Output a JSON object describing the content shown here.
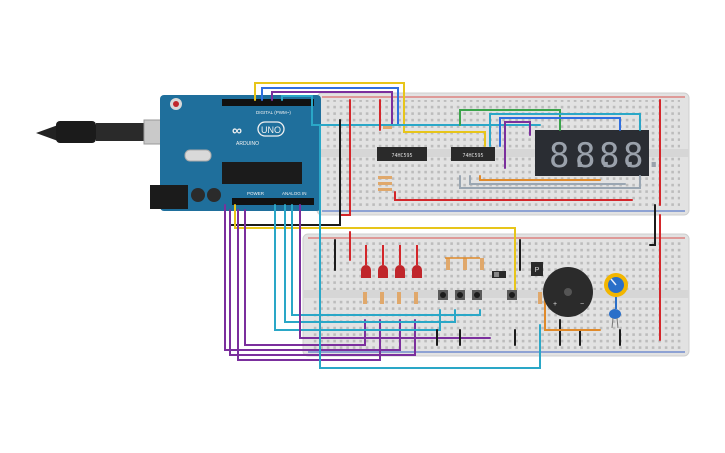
{
  "board": {
    "logo_glyph": "∞",
    "model_badge": "UNO",
    "brand": "ARDUINO",
    "digital_label": "DIGITAL (PWM~)",
    "power_label": "POWER",
    "analog_label": "ANALOG IN",
    "color": "#1f6f9c"
  },
  "chips": {
    "shift_register_1": "74HC595",
    "shift_register_2": "74HC595"
  },
  "display": {
    "digits": [
      "8.",
      "8.",
      "8.",
      "8."
    ],
    "segment_color": "#2a2d33"
  },
  "components": {
    "transistor_label": "P",
    "buzzer_plus": "+",
    "buzzer_minus": "−",
    "led_color": "#c0262b",
    "knob_color": "#2a6fc9"
  },
  "wire_colors": {
    "yellow": "#e7c51a",
    "purple": "#7b2f9d",
    "blue": "#2f6fe0",
    "cyan": "#2aa7c7",
    "red": "#d3262a",
    "black": "#1b1b1b",
    "green": "#3aa34a",
    "orange": "#e08a2a",
    "gray": "#9aa6b2"
  }
}
